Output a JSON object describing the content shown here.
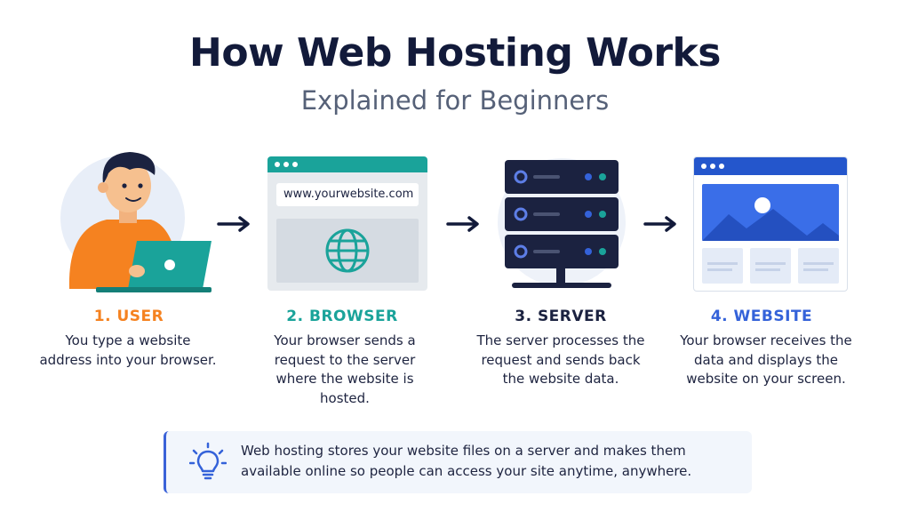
{
  "header": {
    "title": "How Web Hosting Works",
    "subtitle": "Explained for Beginners"
  },
  "steps": [
    {
      "label": "1. USER",
      "color": "#f58220",
      "description": "You type a website address into your browser."
    },
    {
      "label": "2. BROWSER",
      "color": "#1aa39a",
      "description": "Your browser sends a request to the server where the website is hosted."
    },
    {
      "label": "3. SERVER",
      "color": "#1b2240",
      "description": "The server processes the request and sends back the website data."
    },
    {
      "label": "4. WEBSITE",
      "color": "#3462d9",
      "description": "Your browser receives the data and displays the website on your screen."
    }
  ],
  "browser_illustration": {
    "url": "www.yourwebsite.com",
    "icon": "globe-icon"
  },
  "icons": {
    "user": "person-with-laptop-icon",
    "server": "server-rack-icon",
    "website": "website-window-icon",
    "arrow": "arrow-right-icon",
    "info": "lightbulb-icon"
  },
  "info": {
    "text": "Web hosting stores your website files on a server and makes them available online so people can access your site anytime, anywhere."
  },
  "colors": {
    "navy": "#1b2240",
    "orange": "#f58220",
    "teal": "#1aa39a",
    "blue": "#3462d9"
  }
}
